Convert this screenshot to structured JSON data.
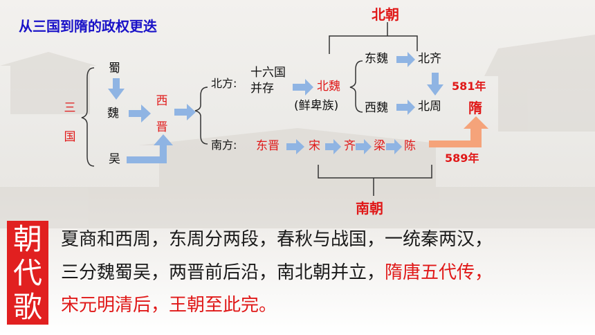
{
  "title": "从三国到隋的政权更迭",
  "three_kingdoms": {
    "label": "三国",
    "shu": "蜀",
    "wei": "魏",
    "wu": "吴"
  },
  "jin": "西晋",
  "north": {
    "label": "北方:",
    "sixteen_kingdoms_line1": "十六国",
    "sixteen_kingdoms_line2": "并存",
    "northern_wei": "北魏",
    "xianbei": "(鲜卑族)",
    "eastern_wei": "东魏",
    "northern_qi": "北齐",
    "western_wei": "西魏",
    "northern_zhou": "北周",
    "group_label": "北朝"
  },
  "south": {
    "label": "南方:",
    "dongjin": "东晋",
    "song": "宋",
    "qi": "齐",
    "liang": "梁",
    "chen": "陈",
    "group_label": "南朝"
  },
  "sui": {
    "name": "隋",
    "year_north": "581年",
    "year_south": "589年"
  },
  "poem": {
    "badge": [
      "朝",
      "代",
      "歌"
    ],
    "line1": "夏商和西周，东周分两段，春秋与战国，一统秦两汉，",
    "line2_a": "三分魏蜀吴，两晋前后沿，南北朝并立，",
    "line2_b": "隋唐五代传，",
    "line3_a": "宋元明清后，王朝至此完。"
  },
  "colors": {
    "red": "#e01818",
    "blue_title": "#1a12c8",
    "arrow_blue": "#8fb4e3",
    "arrow_orange": "#f5a37a",
    "badge_red": "#e12020"
  }
}
